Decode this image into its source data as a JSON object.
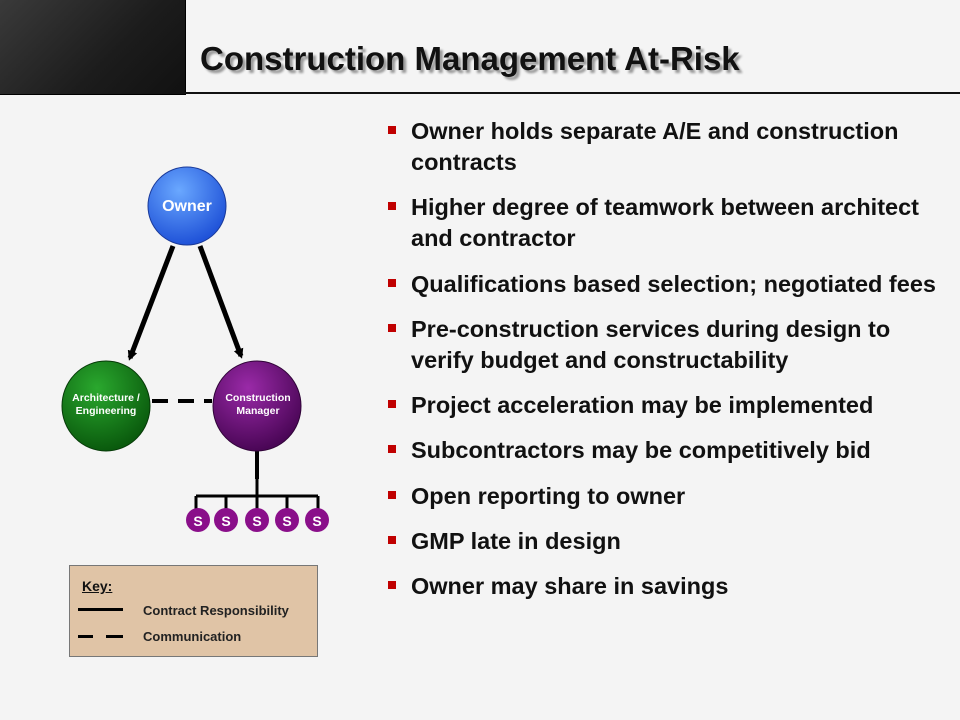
{
  "slide": {
    "title": "Construction Management At-Risk"
  },
  "bullets": [
    "Owner holds separate A/E and construction contracts",
    "Higher degree of teamwork between architect and contractor",
    "Qualifications based  selection; negotiated fees",
    "Pre-construction services during design to verify budget and constructability",
    "Project acceleration may be implemented",
    "Subcontractors may be competitively bid",
    "Open reporting to owner",
    "GMP late in design",
    "Owner may share in savings"
  ],
  "diagram": {
    "owner_label": "Owner",
    "ae_label_line1": "Architecture /",
    "ae_label_line2": "Engineering",
    "cm_label_line1": "Construction",
    "cm_label_line2": "Manager",
    "subcontractors": [
      "S",
      "S",
      "S",
      "S",
      "S"
    ],
    "colors": {
      "owner": "#2f6ff0",
      "ae": "#0f7a14",
      "cm": "#6a0a78",
      "sub": "#8a0f8a",
      "bullet_marker": "#c00000",
      "key_background": "#e0c4a6"
    }
  },
  "key": {
    "title": "Key:",
    "contract": "Contract Responsibility",
    "communication": "Communication"
  }
}
